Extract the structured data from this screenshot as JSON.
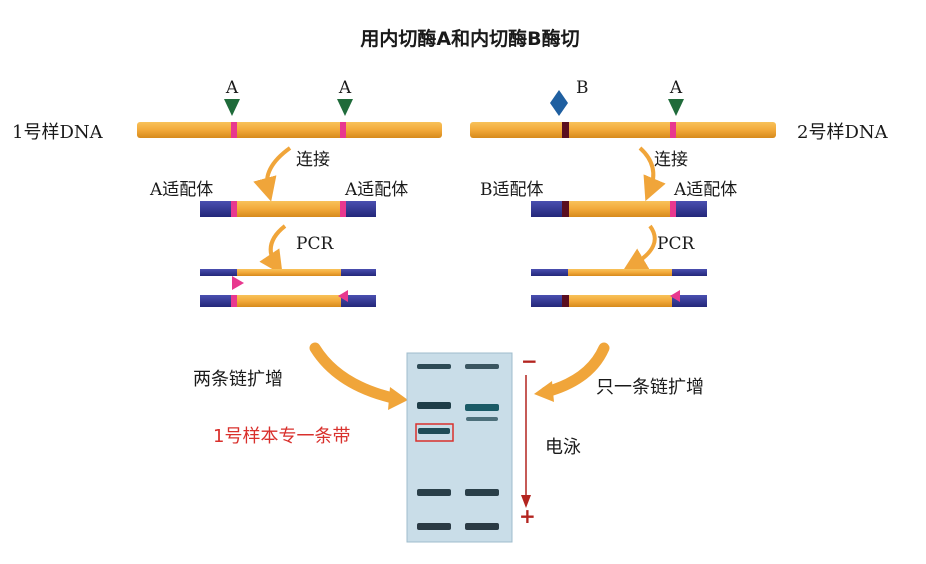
{
  "title": "用内切酶A和内切酶B酶切",
  "sample1": {
    "label": "1号样DNA",
    "site_left": "A",
    "site_right": "A",
    "ligation": "连接",
    "adapter_left": "A适配体",
    "adapter_right": "A适配体",
    "pcr": "PCR",
    "result_text": "两条链扩增",
    "note": "1号样本专一条带"
  },
  "sample2": {
    "label": "2号样DNA",
    "site_left": "B",
    "site_right": "A",
    "ligation": "连接",
    "adapter_left": "B适配体",
    "adapter_right": "A适配体",
    "pcr": "PCR",
    "result_text": "只一条链扩增"
  },
  "gel": {
    "minus": "−",
    "plus": "+",
    "direction_label": "电泳"
  },
  "colors": {
    "dna": "#f2a93a",
    "dna_dark": "#d68a1c",
    "site_pink": "#e8388f",
    "site_b_dark": "#5a0e20",
    "adapter_blue": "#2e3192",
    "enzyme_a": "#1f6b3a",
    "enzyme_b": "#1f5fa0",
    "arrow": "#f0a53a",
    "highlight_red": "#d9302c",
    "gel_bg": "#c9dde8"
  }
}
